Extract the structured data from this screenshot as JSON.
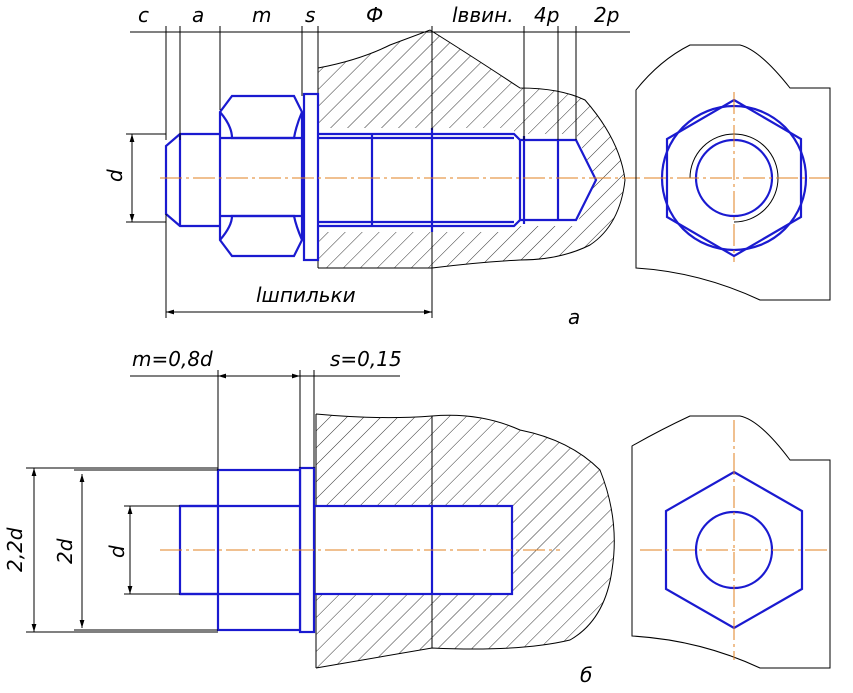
{
  "top": {
    "dims": {
      "c": "c",
      "a": "a",
      "m": "m",
      "s": "s",
      "phi": "Ф",
      "l_screw": "lввин.",
      "p4": "4p",
      "p2": "2p",
      "d": "d",
      "l_stud": "lшпильки"
    },
    "caption": "a"
  },
  "bottom": {
    "dims": {
      "m": "m=0,8d",
      "s": "s=0,15",
      "d22": "2,2d",
      "d2": "2d",
      "d": "d"
    },
    "caption": "б"
  },
  "colors": {
    "part": "#1a1ad0",
    "axis": "#e08020",
    "dimension": "#000000"
  }
}
